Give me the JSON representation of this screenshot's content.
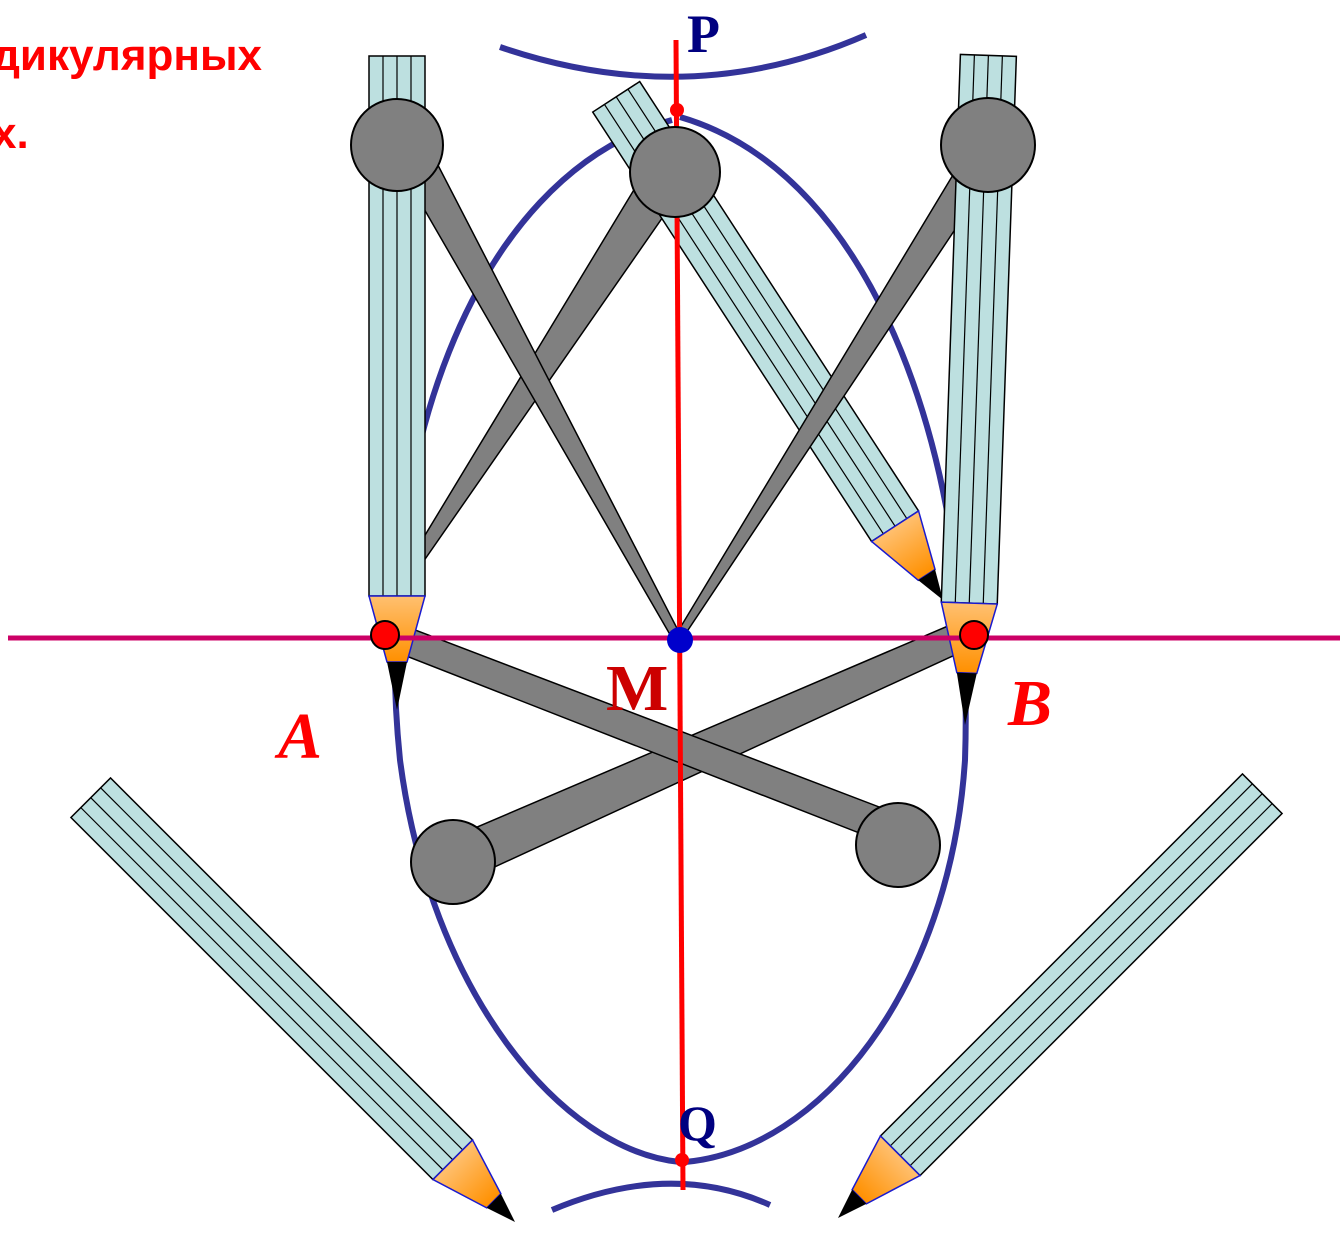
{
  "title": {
    "line1": "дикулярных",
    "line2": "х."
  },
  "labels": {
    "P": "P",
    "M": "M",
    "A": "A",
    "B": "B",
    "Q": "Q"
  },
  "colors": {
    "title": "#ff0000",
    "arc": "#333399",
    "segment_line": "#cc0066",
    "perpendicular": "#ff0000",
    "point_endpoint": "#ff0000",
    "point_midpoint": "#0000cc",
    "pencil_body": "#bde0e0",
    "pencil_tip": "#ffa530",
    "compass_leg": "#808080",
    "compass_hinge": "#808080",
    "label_dark": "#000080",
    "label_red": "#ff0000",
    "label_M": "#cc0000"
  },
  "icons": {
    "compass": "compass-icon",
    "pencil": "pencil-icon"
  }
}
